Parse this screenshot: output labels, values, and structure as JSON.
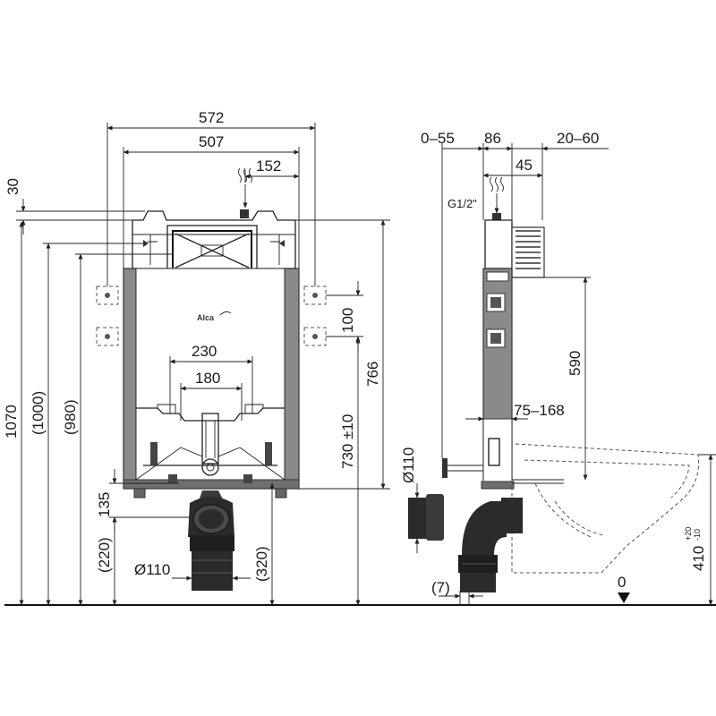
{
  "front_view": {
    "dimensions": {
      "width_572": "572",
      "width_507": "507",
      "offset_152": "152",
      "height_30": "30",
      "height_1070": "1070",
      "height_1000": "(1000)",
      "height_980": "(980)",
      "height_135": "135",
      "height_220": "(220)",
      "height_320": "(320)",
      "height_730": "730 ±10",
      "height_766": "766",
      "spacing_100": "100",
      "width_230": "230",
      "width_180": "180",
      "pipe_diameter": "Ø110"
    },
    "brand_label": "Alca"
  },
  "side_view": {
    "dimensions": {
      "depth_0_55": "0–55",
      "depth_86": "86",
      "depth_20_60": "20–60",
      "depth_45": "45",
      "thread_label": "G1/2\"",
      "height_590": "590",
      "range_75_168": "75–168",
      "pipe_diameter": "Ø110",
      "offset_7": "(7)",
      "zero_level": "0",
      "height_410": "410",
      "tolerance_plus": "+20",
      "tolerance_minus": "-10"
    }
  },
  "colors": {
    "frame_gray": "#8a8a8a",
    "frame_dark": "#3a3a3a",
    "pipe_dark": "#2b2b2b",
    "line": "#222222"
  }
}
